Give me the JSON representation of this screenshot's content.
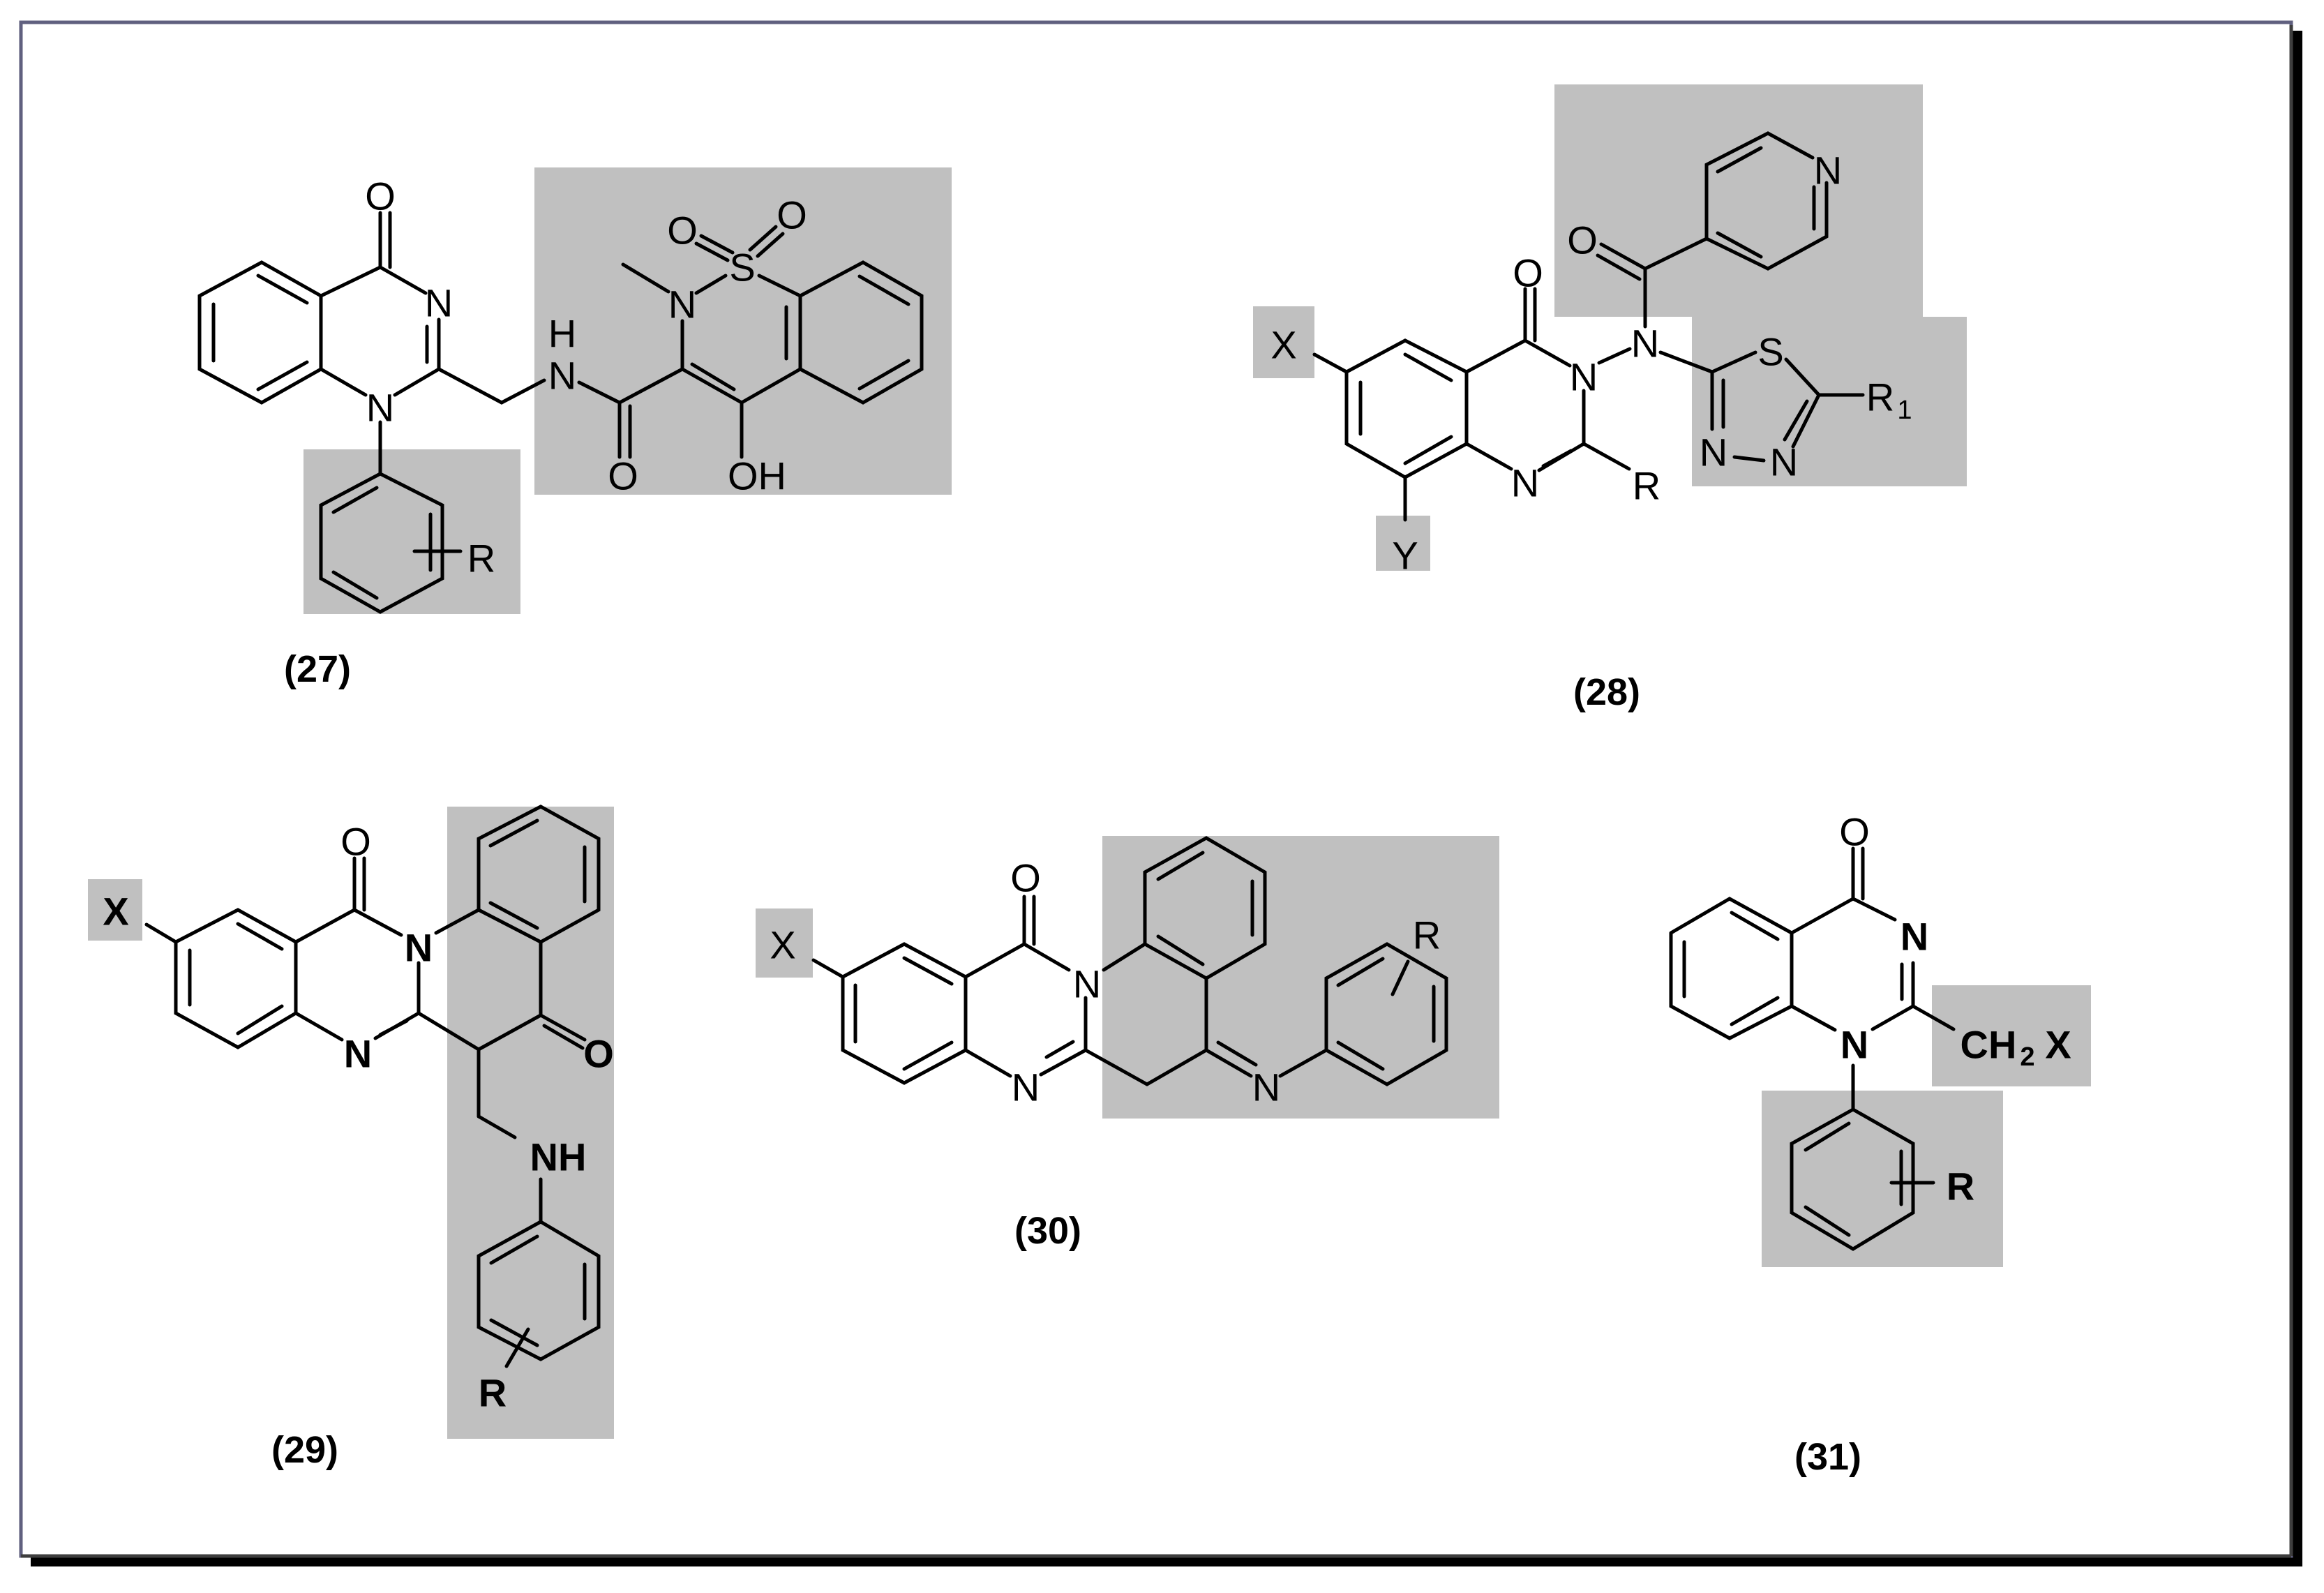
{
  "figure": {
    "border_color": "#60607f",
    "shadow_color": "#000000",
    "highlight_color": "#c0c0c0"
  },
  "compounds": [
    {
      "label": "(27)",
      "atoms": {
        "o_keto": "O",
        "n3": "N",
        "n1": "N",
        "nh_n": "N",
        "nh_h": "H",
        "amide_o": "O",
        "ring_n": "N",
        "s": "S",
        "so_o1": "O",
        "so_o2": "O",
        "oh": "OH",
        "r": "R"
      },
      "highlighted_groups": [
        "4-hydroxy-2-methyl-1,1-dioxo-benzothiazine-3-carboxamide",
        "substituted phenyl (R)"
      ]
    },
    {
      "label": "(28)",
      "atoms": {
        "x": "X",
        "y": "Y",
        "o_keto": "O",
        "n3": "N",
        "n1": "N",
        "r": "R",
        "n_amide": "N",
        "o_amide": "O",
        "pyr_n": "N",
        "s": "S",
        "n_a": "N",
        "n_b": "N",
        "r1": "R",
        "r1_sub": "1"
      },
      "highlighted_groups": [
        "isonicotinoyl (pyridine-4-carbonyl)",
        "5-R1-1,3,4-thiadiazol-2-yl",
        "X substituent",
        "Y substituent"
      ]
    },
    {
      "label": "(29)",
      "atoms": {
        "x": "X",
        "o_keto": "O",
        "n3": "N",
        "n1": "N",
        "o_ring": "O",
        "nh": "NH",
        "r": "R"
      },
      "highlighted_groups": [
        "fused benzo ketone with anilinomethyl (R)",
        "X substituent"
      ]
    },
    {
      "label": "(30)",
      "atoms": {
        "x": "X",
        "o_keto": "O",
        "n3": "N",
        "n1": "N",
        "n_imine": "N",
        "r": "R"
      },
      "highlighted_groups": [
        "fused benzo imine with N-aryl (R)",
        "X substituent"
      ]
    },
    {
      "label": "(31)",
      "atoms": {
        "o_keto": "O",
        "n3": "N",
        "n1": "N",
        "ch2x_main": "CH",
        "ch2x_sub": "2",
        "ch2x_end": "X",
        "r": "R"
      },
      "highlighted_groups": [
        "CH2X",
        "substituted phenyl (R)"
      ]
    }
  ]
}
